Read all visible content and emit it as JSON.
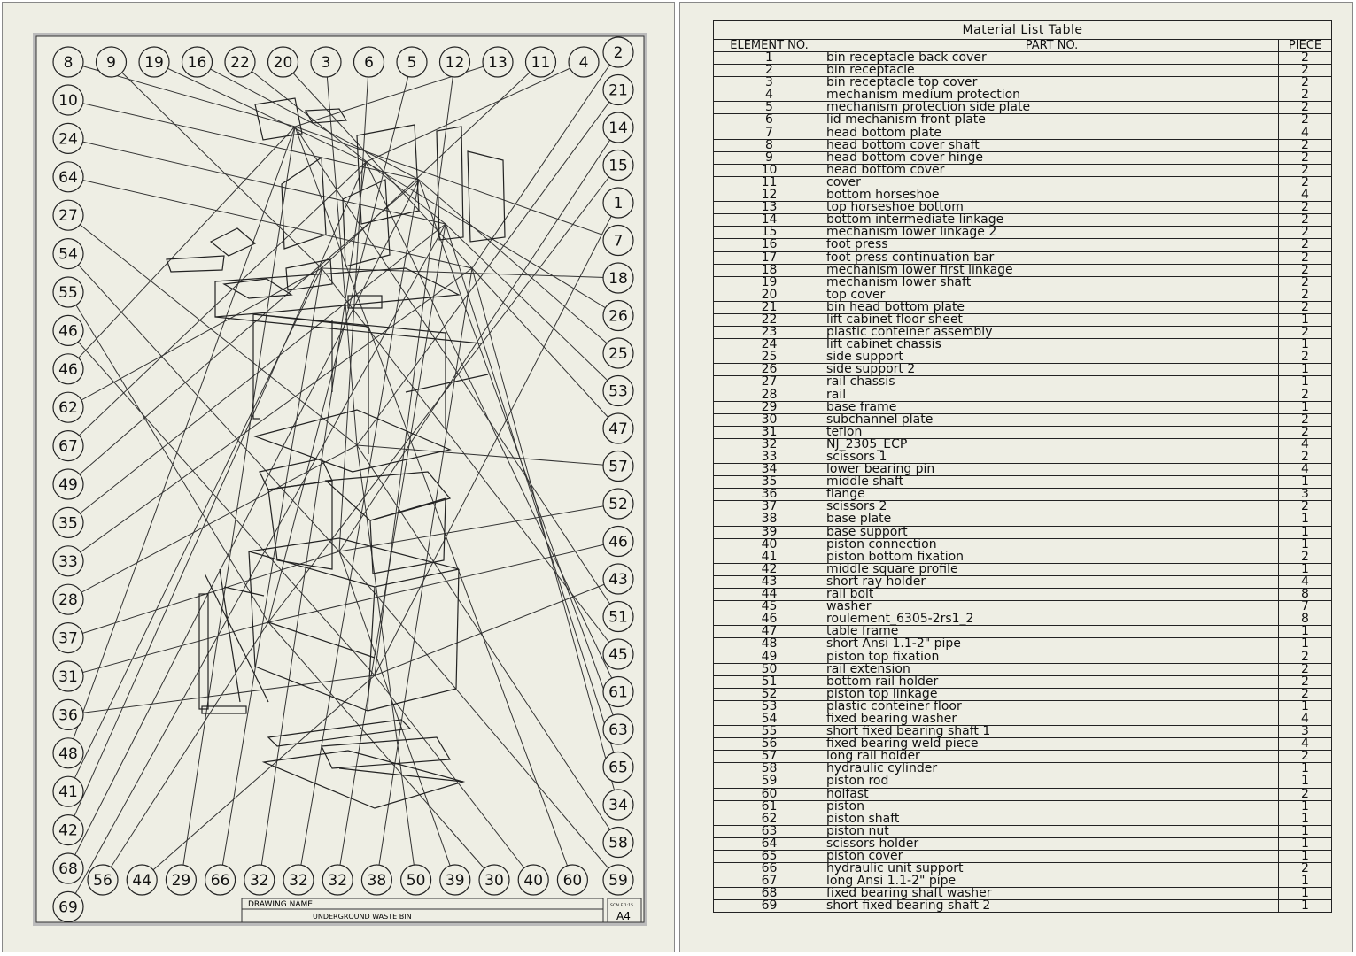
{
  "drawing": {
    "title_label": "DRAWING NAME:",
    "title_value": "UNDERGROUND WASTE BIN",
    "scale_label": "SCALE 1:15",
    "sheet_size": "A4",
    "balloons_top": [
      "8",
      "9",
      "19",
      "16",
      "22",
      "20",
      "3",
      "6",
      "5",
      "12",
      "13",
      "11",
      "4"
    ],
    "balloons_left": [
      "10",
      "24",
      "64",
      "27",
      "54",
      "55",
      "46",
      "46",
      "62",
      "67",
      "49",
      "35",
      "33",
      "28",
      "37",
      "31",
      "36",
      "48",
      "41",
      "42",
      "68",
      "69"
    ],
    "balloons_right": [
      "2",
      "21",
      "14",
      "15",
      "1",
      "7",
      "18",
      "26",
      "25",
      "53",
      "47",
      "57",
      "52",
      "46",
      "43",
      "51",
      "45",
      "61",
      "63",
      "65",
      "34",
      "58",
      "59"
    ],
    "balloons_bottom": [
      "56",
      "44",
      "29",
      "66",
      "32",
      "32",
      "32",
      "38",
      "50",
      "39",
      "30",
      "40",
      "60"
    ]
  },
  "table": {
    "title": "Material List Table",
    "headers": [
      "ELEMENT NO.",
      "PART NO.",
      "PIECE"
    ],
    "rows": [
      [
        "1",
        "bin receptacle back cover",
        "2"
      ],
      [
        "2",
        "bin receptacle",
        "2"
      ],
      [
        "3",
        "bin receptacle top cover",
        "2"
      ],
      [
        "4",
        "mechanism medium protection",
        "2"
      ],
      [
        "5",
        "mechanism protection side plate",
        "2"
      ],
      [
        "6",
        "lid mechanism front plate",
        "2"
      ],
      [
        "7",
        "head bottom plate",
        "4"
      ],
      [
        "8",
        "head bottom cover shaft",
        "2"
      ],
      [
        "9",
        "head bottom cover hinge",
        "2"
      ],
      [
        "10",
        "head bottom cover",
        "2"
      ],
      [
        "11",
        "cover",
        "2"
      ],
      [
        "12",
        "bottom horseshoe",
        "4"
      ],
      [
        "13",
        "top horseshoe bottom",
        "2"
      ],
      [
        "14",
        "bottom intermediate linkage",
        "2"
      ],
      [
        "15",
        "mechanism lower linkage 2",
        "2"
      ],
      [
        "16",
        "foot press",
        "2"
      ],
      [
        "17",
        "foot press continuation bar",
        "2"
      ],
      [
        "18",
        "mechanism lower first linkage",
        "2"
      ],
      [
        "19",
        "mechanism lower shaft",
        "2"
      ],
      [
        "20",
        "top cover",
        "2"
      ],
      [
        "21",
        "bin head bottom plate",
        "2"
      ],
      [
        "22",
        "lift cabinet floor sheet",
        "1"
      ],
      [
        "23",
        "plastic conteiner assembly",
        "2"
      ],
      [
        "24",
        "lift cabinet chassis",
        "1"
      ],
      [
        "25",
        "side support",
        "2"
      ],
      [
        "26",
        "side support 2",
        "1"
      ],
      [
        "27",
        "rail chassis",
        "1"
      ],
      [
        "28",
        "rail",
        "2"
      ],
      [
        "29",
        "base frame",
        "1"
      ],
      [
        "30",
        "subchannel plate",
        "2"
      ],
      [
        "31",
        "teflon",
        "2"
      ],
      [
        "32",
        "NJ_2305_ECP",
        "4"
      ],
      [
        "33",
        "scissors 1",
        "2"
      ],
      [
        "34",
        "lower bearing pin",
        "4"
      ],
      [
        "35",
        "middle shaft",
        "1"
      ],
      [
        "36",
        "flange",
        "3"
      ],
      [
        "37",
        "scissors 2",
        "2"
      ],
      [
        "38",
        "base plate",
        "1"
      ],
      [
        "39",
        "base support",
        "1"
      ],
      [
        "40",
        "piston connection",
        "1"
      ],
      [
        "41",
        "piston bottom fixation",
        "2"
      ],
      [
        "42",
        "middle square profile",
        "1"
      ],
      [
        "43",
        "short ray holder",
        "4"
      ],
      [
        "44",
        "rail bolt",
        "8"
      ],
      [
        "45",
        "washer",
        "7"
      ],
      [
        "46",
        "roulement_6305-2rs1_2",
        "8"
      ],
      [
        "47",
        "table frame",
        "1"
      ],
      [
        "48",
        "short Ansi 1.1-2\" pipe",
        "1"
      ],
      [
        "49",
        "piston top fixation",
        "2"
      ],
      [
        "50",
        "rail extension",
        "2"
      ],
      [
        "51",
        "bottom rail holder",
        "2"
      ],
      [
        "52",
        "piston top linkage",
        "2"
      ],
      [
        "53",
        "plastic conteiner floor",
        "1"
      ],
      [
        "54",
        "fixed bearing washer",
        "4"
      ],
      [
        "55",
        "short fixed bearing shaft 1",
        "3"
      ],
      [
        "56",
        "fixed bearing weld piece",
        "4"
      ],
      [
        "57",
        "long rail holder",
        "2"
      ],
      [
        "58",
        "hydraulic cylinder",
        "1"
      ],
      [
        "59",
        "piston rod",
        "1"
      ],
      [
        "60",
        "holfast",
        "2"
      ],
      [
        "61",
        "piston",
        "1"
      ],
      [
        "62",
        "piston shaft",
        "1"
      ],
      [
        "63",
        "piston nut",
        "1"
      ],
      [
        "64",
        "scissors holder",
        "1"
      ],
      [
        "65",
        "piston cover",
        "1"
      ],
      [
        "66",
        "hydraulic unit support",
        "2"
      ],
      [
        "67",
        "long Ansi 1.1-2\" pipe",
        "1"
      ],
      [
        "68",
        "fixed bearing shaft washer",
        "1"
      ],
      [
        "69",
        "short fixed bearing shaft 2",
        "1"
      ]
    ]
  }
}
